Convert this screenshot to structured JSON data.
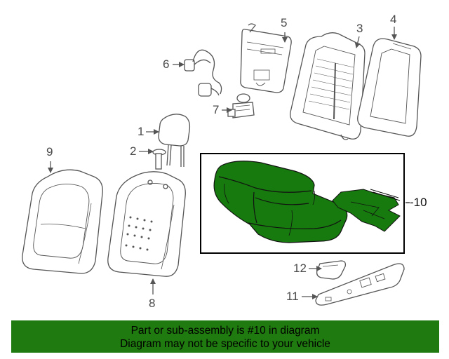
{
  "colors": {
    "highlight_fill": "#177a0e",
    "line": "#555555",
    "banner_bg": "#1f7a0f",
    "banner_text": "#000000"
  },
  "callouts": {
    "c1": "1",
    "c2": "2",
    "c3": "3",
    "c4": "4",
    "c5": "5",
    "c6": "6",
    "c7": "7",
    "c8": "8",
    "c9": "9",
    "c10": "-10",
    "c11": "11",
    "c12": "12"
  },
  "banner": {
    "line1": "Part or sub-assembly is #10 in diagram",
    "line2": "Diagram may not be specific to your vehicle"
  }
}
